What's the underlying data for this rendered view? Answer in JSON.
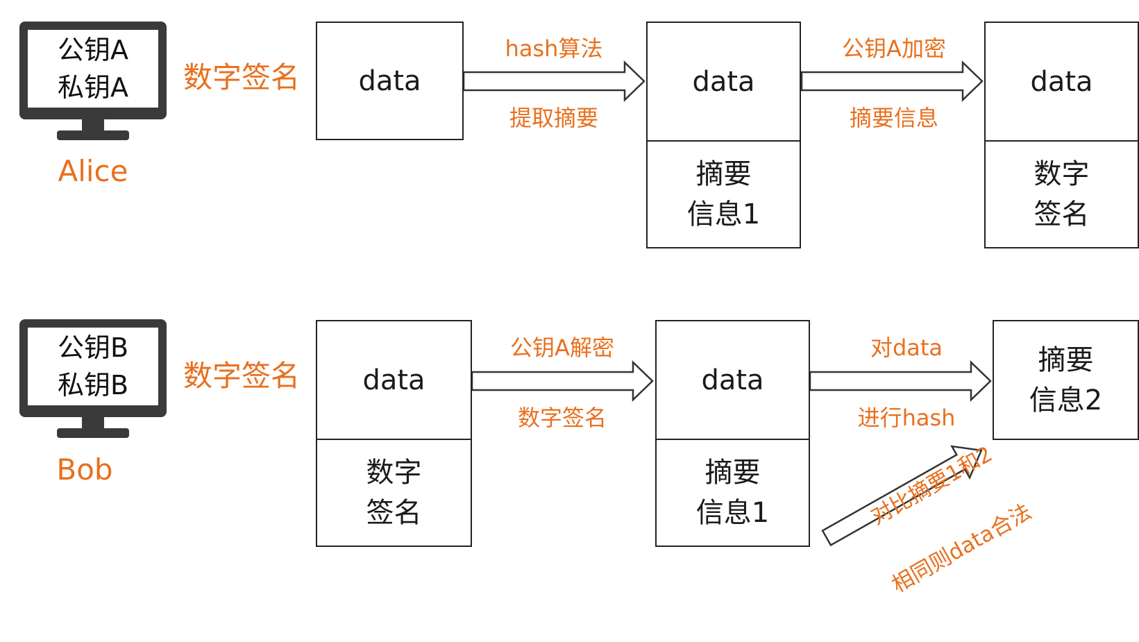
{
  "colors": {
    "accent": "#e8701e",
    "ink": "#222222",
    "monitor": "#3a3a3a"
  },
  "alice": {
    "name": "Alice",
    "screen_line1": "公钥A",
    "screen_line2": "私钥A",
    "action": "数字签名",
    "box1": "data",
    "arrow1_top": "hash算法",
    "arrow1_bottom": "提取摘要",
    "box2_top": "data",
    "box2_bottom_line1": "摘要",
    "box2_bottom_line2": "信息1",
    "arrow2_top": "公钥A加密",
    "arrow2_bottom": "摘要信息",
    "box3_top": "data",
    "box3_bottom_line1": "数字",
    "box3_bottom_line2": "签名"
  },
  "bob": {
    "name": "Bob",
    "screen_line1": "公钥B",
    "screen_line2": "私钥B",
    "action": "数字签名",
    "box1_top": "data",
    "box1_bottom_line1": "数字",
    "box1_bottom_line2": "签名",
    "arrow1_top": "公钥A解密",
    "arrow1_bottom": "数字签名",
    "box2_top": "data",
    "box2_bottom_line1": "摘要",
    "box2_bottom_line2": "信息1",
    "arrow2_top": "对data",
    "arrow2_bottom": "进行hash",
    "box3_line1": "摘要",
    "box3_line2": "信息2",
    "compare_line1": "对比摘要1和2",
    "compare_line2": "相同则data合法"
  }
}
